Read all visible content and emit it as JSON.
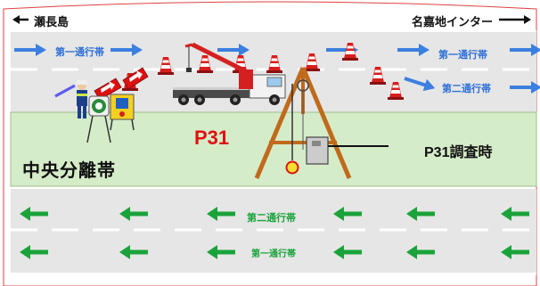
{
  "direction": {
    "left_label": "瀬長島",
    "right_label": "名嘉地インター"
  },
  "lanes": {
    "upper": [
      {
        "label": "第一通行帯"
      },
      {
        "label": "第一通行帯"
      },
      {
        "label": "第二通行帯"
      }
    ],
    "lower": [
      {
        "label": "第二通行帯"
      },
      {
        "label": "第一通行帯"
      }
    ]
  },
  "median_label": "中央分離帯",
  "pier_label": "P31",
  "survey_label": "P31調査時",
  "colors": {
    "road": "#e6e6e6",
    "median": "#d5ecc9",
    "upper_arrow": "#3b7fe0",
    "lower_arrow": "#1aa33a",
    "pier_text": "#e01010",
    "tripod": "#c06a1c",
    "frame_border": "#e04040"
  },
  "icons": [
    "arrow-left-icon",
    "arrow-right-icon",
    "traffic-cone-icon",
    "crane-truck-icon",
    "flagger-icon",
    "signboard-icon",
    "tripod-rig-icon",
    "drill-machine-icon",
    "borehole-icon"
  ]
}
